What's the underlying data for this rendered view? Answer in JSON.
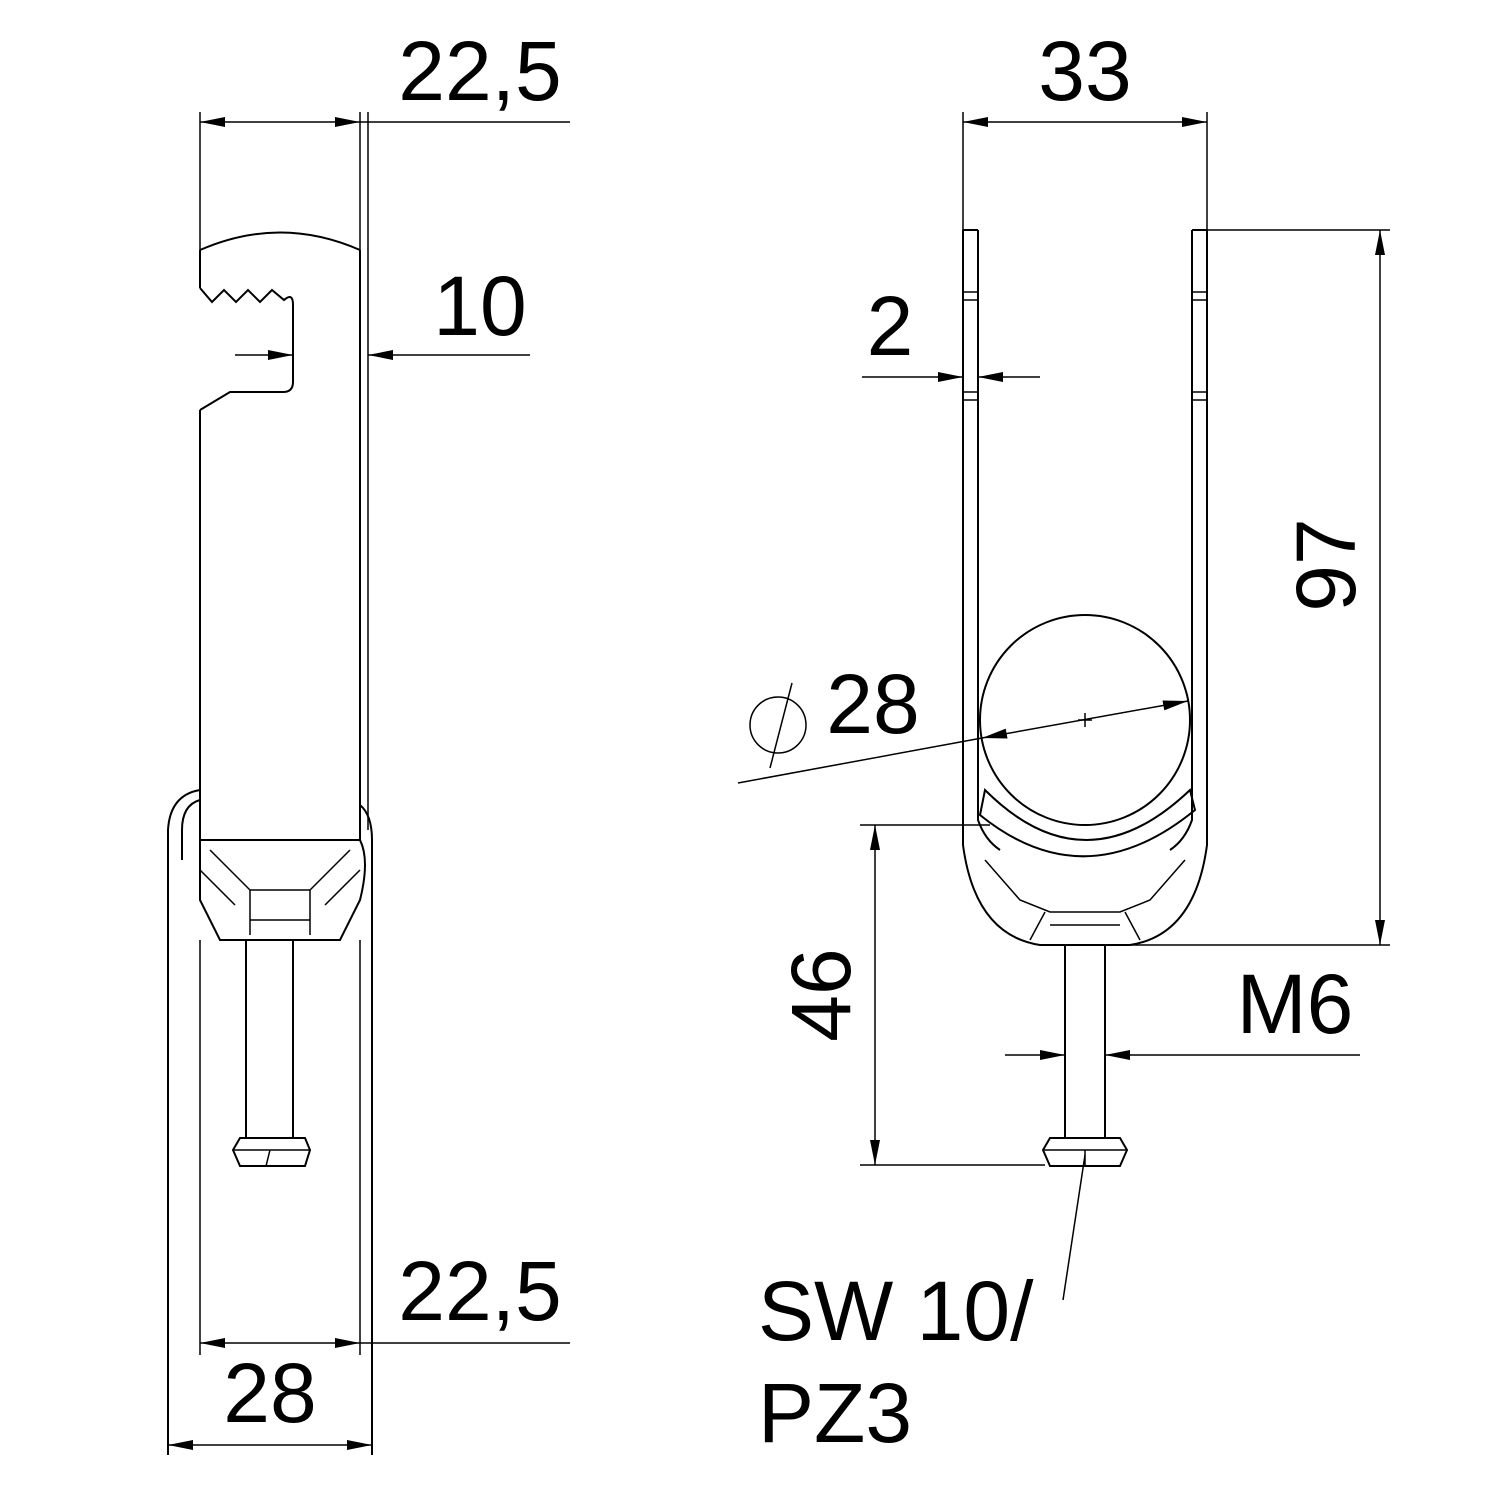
{
  "side_view": {
    "top_width": "22,5",
    "slot_depth": "10",
    "bottom_width": "22,5",
    "overall_width": "28"
  },
  "front_view": {
    "outer_width": "33",
    "material_thickness": "2",
    "height": "97",
    "cable_diameter": "28",
    "screw_length": "46",
    "thread": "M6",
    "drive_line1": "SW 10/",
    "drive_line2": "PZ3"
  },
  "colors": {
    "line": "#000000",
    "background": "#ffffff"
  }
}
